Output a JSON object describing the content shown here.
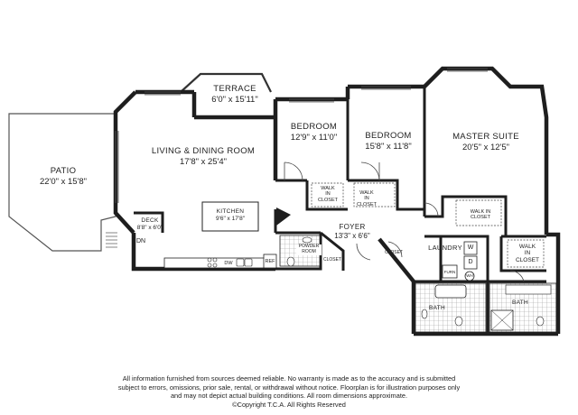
{
  "rooms": {
    "terrace": {
      "name": "TERRACE",
      "dim": "6'0\" x 15'11\""
    },
    "patio": {
      "name": "PATIO",
      "dim": "22'0\" x 15'8\""
    },
    "living": {
      "name": "LIVING & DINING ROOM",
      "dim": "17'8\" x 25'4\""
    },
    "kitchen": {
      "name": "KITCHEN",
      "dim": "9'6\" x 17'8\""
    },
    "deck": {
      "name": "DECK",
      "dim": "8'8\" x 6'0\""
    },
    "bedroom1": {
      "name": "BEDROOM",
      "dim": "12'9\" x 11'0\""
    },
    "bedroom2": {
      "name": "BEDROOM",
      "dim": "15'8\" x 11'8\""
    },
    "master": {
      "name": "MASTER SUITE",
      "dim": "20'5\" x 12'5\""
    },
    "foyer": {
      "name": "FOYER",
      "dim": "13'3\" x 6'6\""
    },
    "laundry": {
      "name": "LAUNDRY"
    },
    "bath1": {
      "name": "BATH"
    },
    "bath2": {
      "name": "BATH"
    }
  },
  "fixtures": {
    "walk_in_closet_1": {
      "l1": "WALK",
      "l2": "IN",
      "l3": "CLOSET"
    },
    "walk_in_closet_2": {
      "l1": "WALK",
      "l2": "IN",
      "l3": "CLOSET"
    },
    "walk_in_closet_3": {
      "l1": "WALK IN",
      "l2": "CLOSET"
    },
    "walk_in_closet_4": {
      "l1": "WALK",
      "l2": "IN",
      "l3": "CLOSET"
    },
    "powder_room": {
      "l1": "POWDER",
      "l2": "ROOM"
    },
    "closet_1": "CLOSET",
    "closet_2": "CLOSET",
    "dn": "DN",
    "dw": "DW",
    "ref": "REF",
    "w": "W",
    "d": "D",
    "furn": "FURN",
    "wh": "WH"
  },
  "disclaimer": [
    "All information furnished from sources deemed reliable. No warranty is made as to the accuracy and is submitted",
    "subject to errors, omissions, prior sale, rental, or withdrawal without notice. Floorplan is for illustration purposes only",
    "and may not depict actual building conditions. All room dimensions approximate.",
    "©Copyright T.C.A. All Rights Reserved"
  ]
}
